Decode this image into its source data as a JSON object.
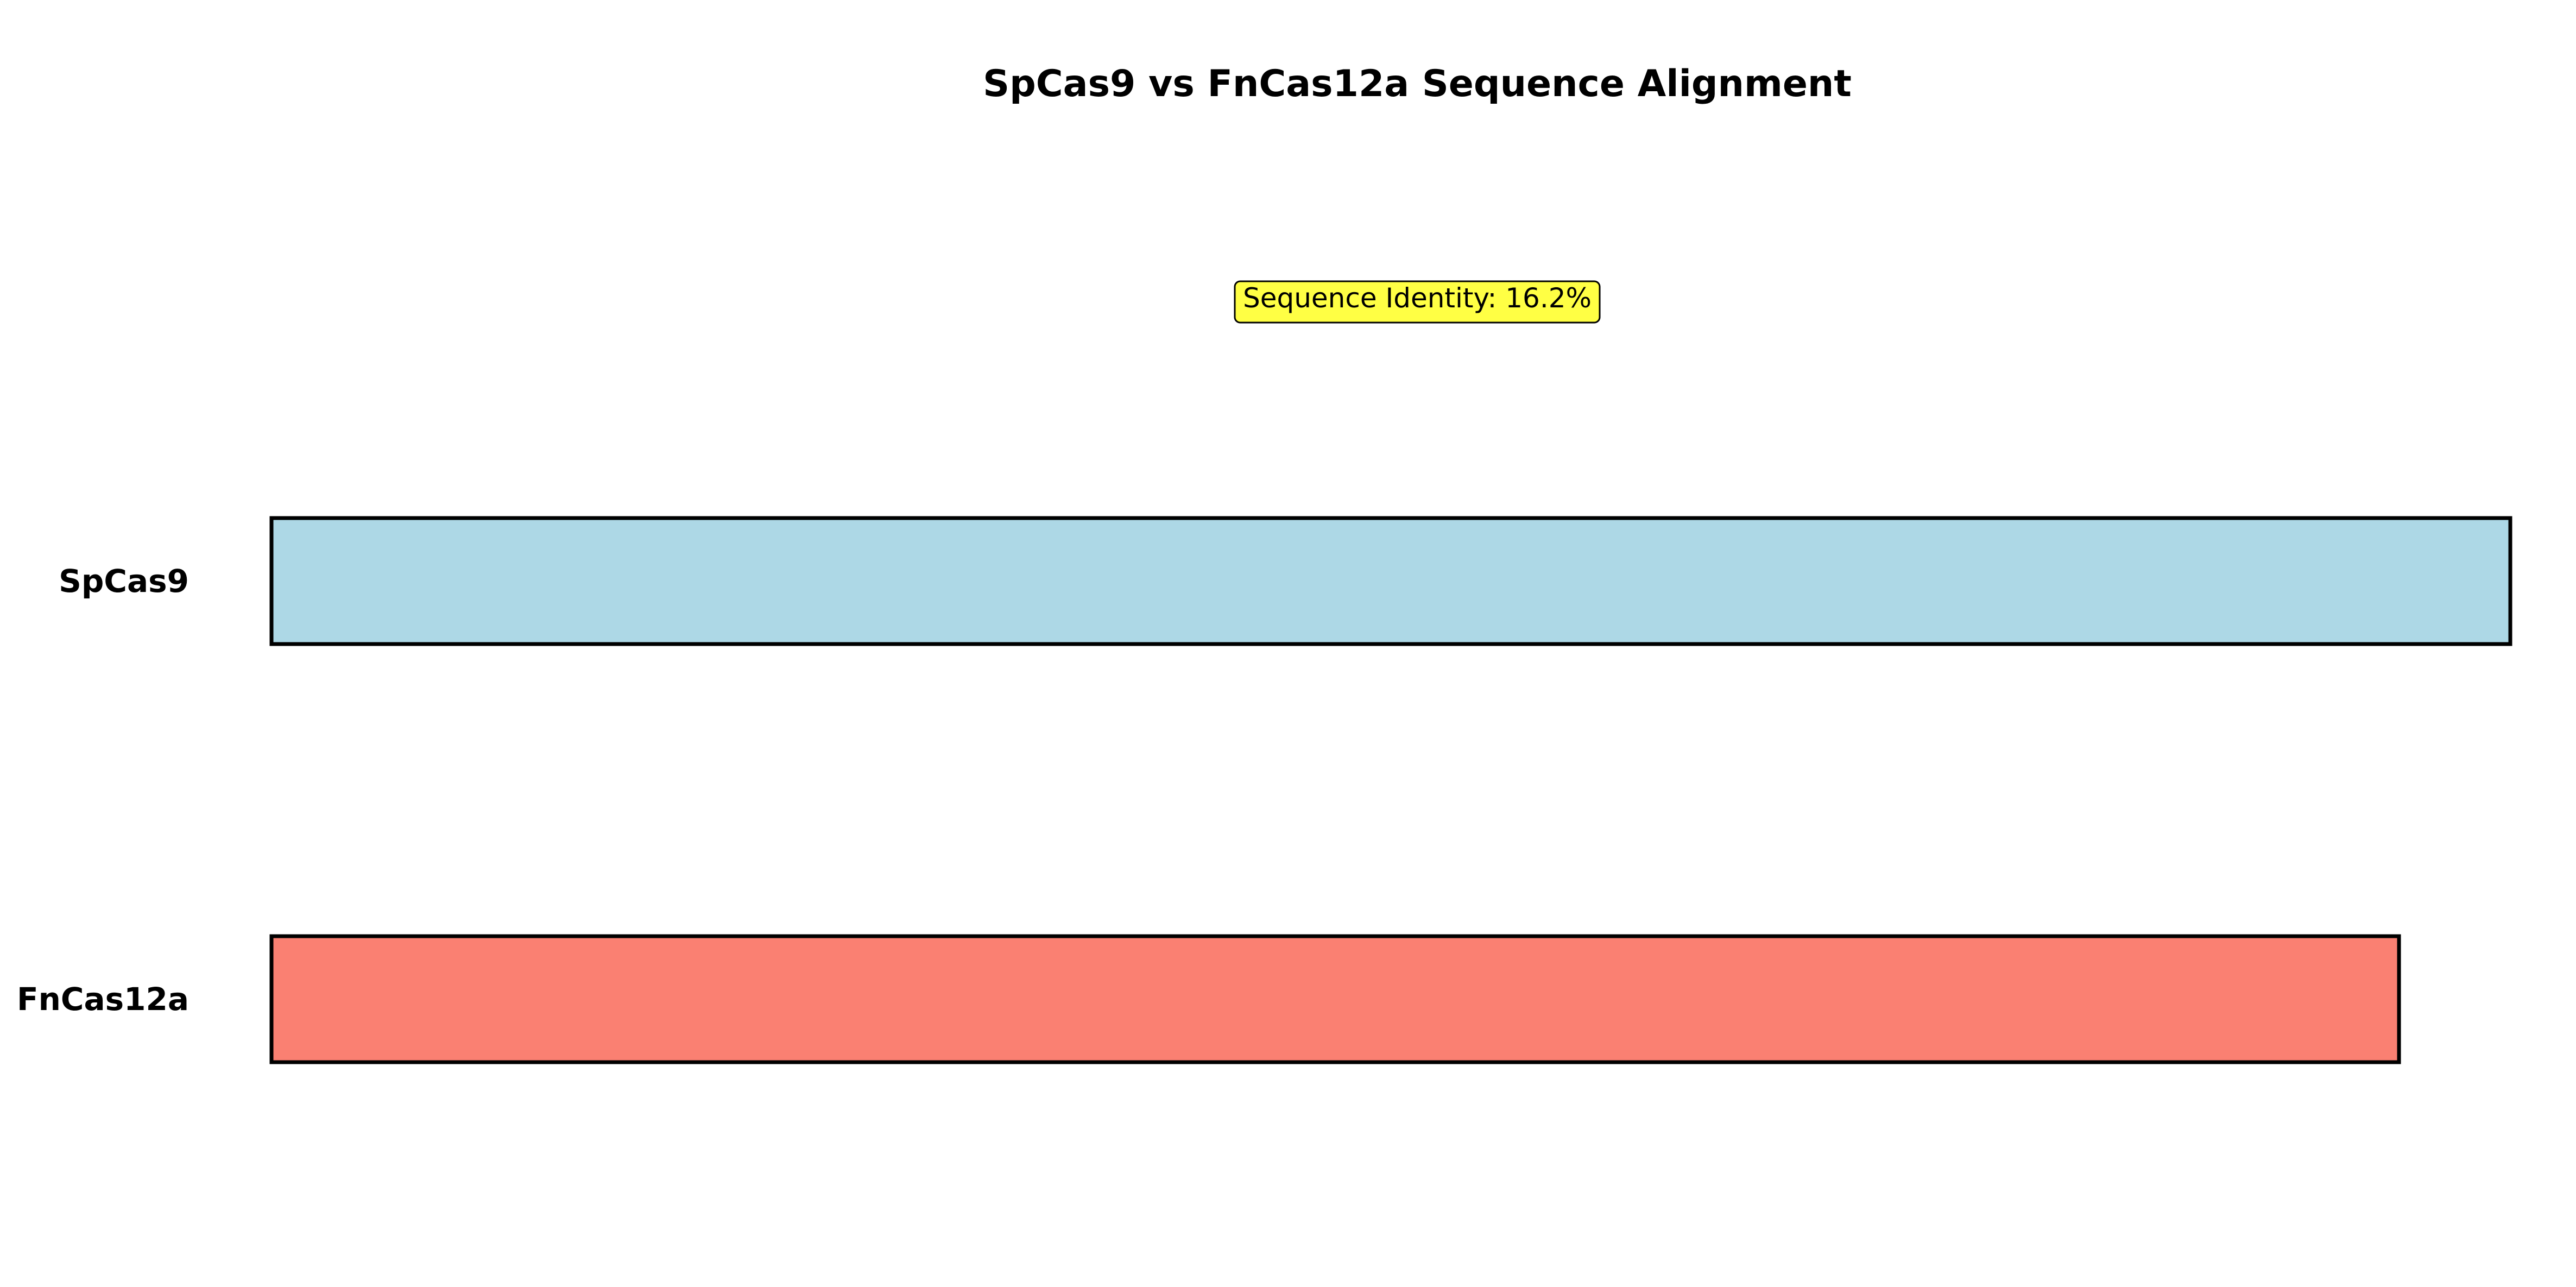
{
  "chart_data": {
    "type": "bar",
    "orientation": "horizontal",
    "title": "SpCas9 vs FnCas12a Sequence Alignment",
    "xlabel": "",
    "ylabel": "",
    "annotation": "Sequence Identity: 16.2%",
    "annotation_color": "#ffff44",
    "categories": [
      "SpCas9",
      "FnCas12a"
    ],
    "values": [
      1368,
      1300
    ],
    "colors": [
      "#add8e6",
      "#fa8072"
    ],
    "edge_color": "#000000",
    "xlim": [
      0,
      1368
    ],
    "axes_visible": false,
    "grid": false,
    "legend": "none"
  }
}
